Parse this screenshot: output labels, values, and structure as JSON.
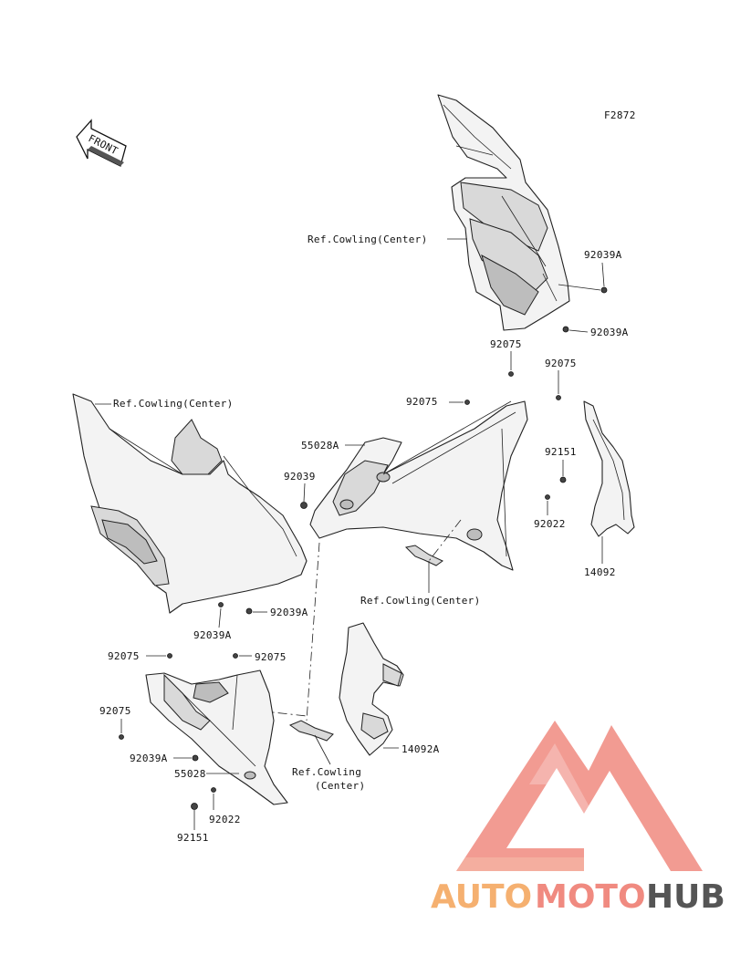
{
  "figure_code": "F2872",
  "front_label": "FRONT",
  "labels": {
    "ref_cowling_top": "Ref.Cowling(Center)",
    "ref_cowling_left": "Ref.Cowling(Center)",
    "ref_cowling_mid": "Ref.Cowling(Center)",
    "ref_cowling_bottom_1": "Ref.Cowling",
    "ref_cowling_bottom_2": "(Center)",
    "p92039A_1": "92039A",
    "p92039A_2": "92039A",
    "p92075_1": "92075",
    "p92075_2": "92075",
    "p92075_3": "92075",
    "p55028A": "55028A",
    "p92151_1": "92151",
    "p92039": "92039",
    "p92022_1": "92022",
    "p14092": "14092",
    "p92039A_3": "92039A",
    "p92039A_4": "92039A",
    "p92075_4": "92075",
    "p92075_5": "92075",
    "p92075_6": "92075",
    "p92039A_5": "92039A",
    "p55028": "55028",
    "p92022_2": "92022",
    "p92151_2": "92151",
    "p14092A": "14092A"
  },
  "watermark": {
    "part1": "AUTO",
    "part2": "MOTO",
    "part3": "HUB",
    "color_primary": "#f08a80",
    "color_secondary": "#f5b070",
    "color_dark": "#555555"
  }
}
